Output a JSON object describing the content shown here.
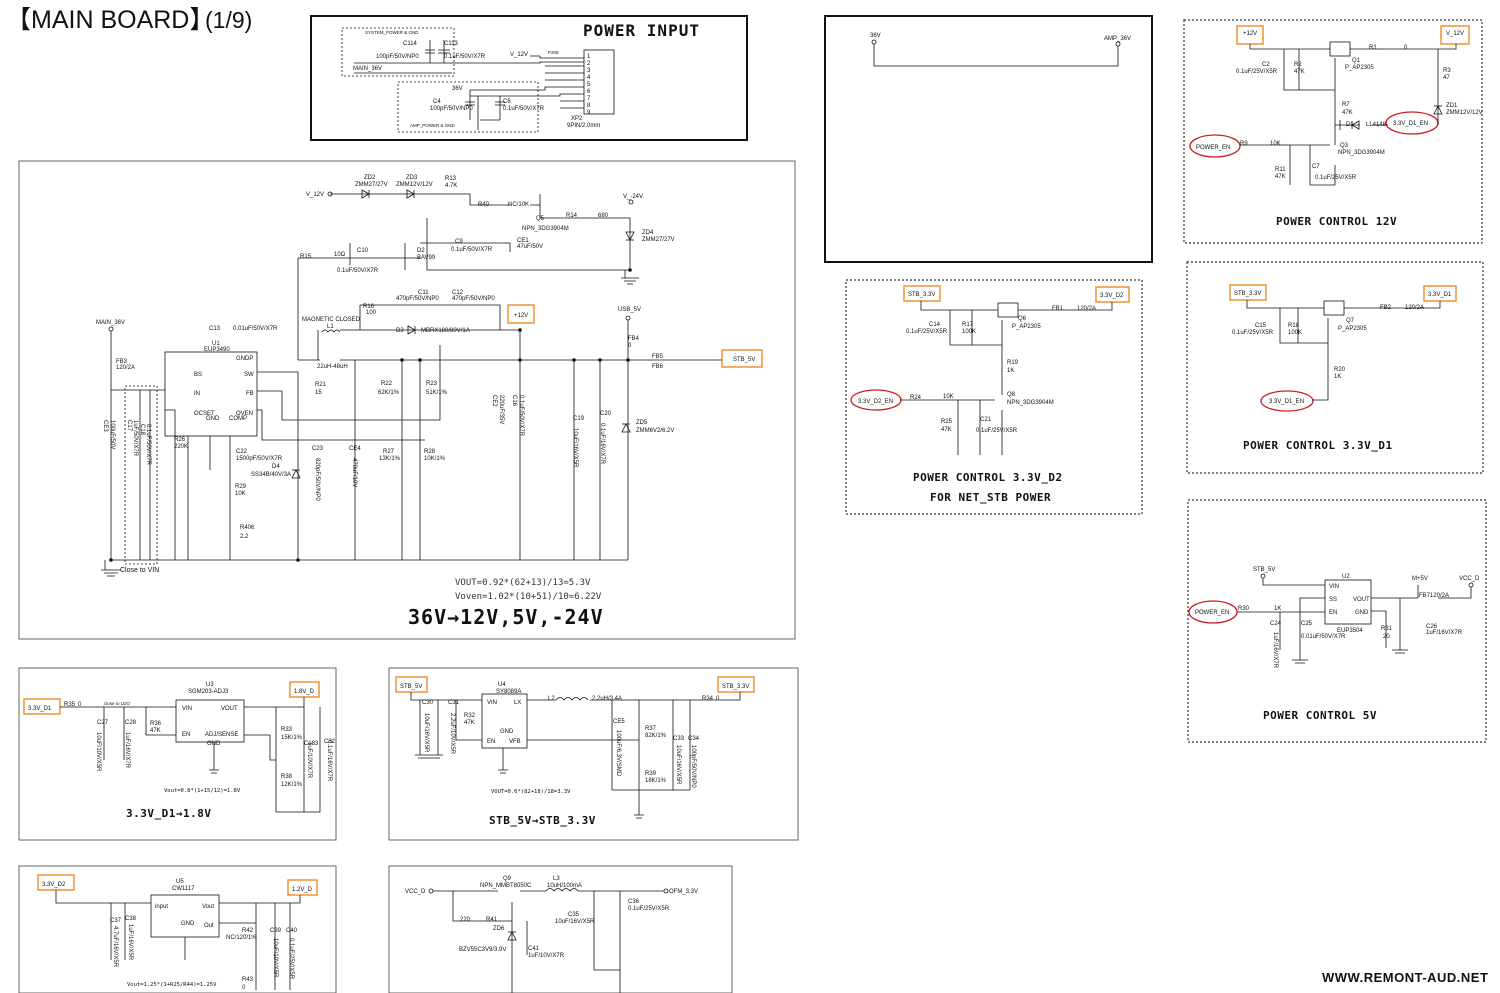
{
  "header": {
    "title": "【MAIN BOARD】",
    "page": "(1/9)"
  },
  "watermark": "WWW.REMONT-AUD.NET",
  "sections": {
    "power_input": {
      "title": "POWER INPUT",
      "sub1": "SYSTEM_POWER & GND",
      "sub2": "AMP_POWER & GND",
      "nets": {
        "v12": "V_12V",
        "main36": "MAIN_36V",
        "v36": "36V",
        "p": "P208"
      },
      "parts": {
        "c114": "C114",
        "c114v": "100pF/50V/NP0",
        "c113": "C113",
        "c113v": "0.1uF/50V/X7R",
        "c4": "C4",
        "c4v": "100pF/50V/NP0",
        "c6": "C6",
        "c6v": "0.1uF/50V/X7R",
        "xp2": "XP2",
        "xp2v": "9PIN/2.0mm"
      },
      "pins": [
        "1",
        "2",
        "3",
        "4",
        "5",
        "6",
        "7",
        "8",
        "9"
      ]
    },
    "amp": {
      "l": "36V",
      "r": "AMP_36V"
    },
    "buck": {
      "title": "36V→12V,5V,-24V",
      "formula1": "VOUT=0.92*(62+13)/13=5.3V",
      "formula2": "Voven=1.02*(10+51)/10=6.22V",
      "nets": {
        "v12": "V_12V",
        "vn24": "V_-24V",
        "main36": "MAIN_36V",
        "p12": "+12V",
        "usb5": "USB_5V",
        "stb5": "STB_5V",
        "mag": "MAGNETIC CLOSED",
        "close": "Close to VIN"
      },
      "u1": "U1",
      "u1v": "EUP3490",
      "pins": {
        "bs": "BS",
        "in": "IN",
        "ocset": "OCSET",
        "gnd": "GND",
        "comp": "COMP",
        "sw": "SW",
        "fb": "FB",
        "oven": "OVEN",
        "gndp": "GNDP"
      },
      "parts": [
        "ZD2",
        "ZMM27/27V",
        "ZD3",
        "ZMM12V/12V",
        "R13",
        "4.7K",
        "R40",
        "NC/10K",
        "Q5",
        "NPN_3DG3904M",
        "R14",
        "680",
        "ZD4",
        "ZMM27/27V",
        "C9",
        "0.1uF/50V/X7R",
        "CE1",
        "47uF/50V",
        "D2",
        "BAV99",
        "R15",
        "10Ω",
        "C10",
        "0.1uF/50V/X7R",
        "C11",
        "470pF/50V/NP0",
        "C12",
        "470pF/50V/NP0",
        "R16",
        "100",
        "D3",
        "MBRX180/80V/1A",
        "C13",
        "0.01uF/50V/X7R",
        "L1",
        "22uH-48uH",
        "FB3",
        "120/2A",
        "CE3",
        "100uF/50V",
        "C17",
        "1uF/50V/X7R",
        "C18",
        "0.1uF/50V/X7R",
        "R26",
        "220K",
        "R21",
        "15",
        "C22",
        "1500pF/50V/X7R",
        "R29",
        "10K",
        "D4",
        "SS34B/40V/3A",
        "C23",
        "820pF/50V/NP0",
        "CE4",
        "470uF/10V",
        "R22",
        "62K/1%",
        "R23",
        "51K/1%",
        "R27",
        "13K/1%",
        "R28",
        "10K/1%",
        "CE2",
        "220uF/35V",
        "C16",
        "0.1uF/50V/X7R",
        "C19",
        "10uF/16V/X5R",
        "C20",
        "0.1uF/16V/X7R",
        "ZD5",
        "ZMM6V2/6.2V",
        "FB4",
        "0",
        "FB5",
        "FB6",
        "R406",
        "2.2"
      ]
    },
    "ldo18": {
      "title": "3.3V_D1→1.8V",
      "in": "3.3V_D1",
      "out": "1.8V_D",
      "u3": "U3",
      "u3v": "SGM203-ADJ3",
      "pins": {
        "vin": "VIN",
        "vout": "VOUT",
        "en": "EN",
        "adj": "ADJ/SENSE",
        "gnd": "GND"
      },
      "formula": "Vout=0.8*(1+15/12)=1.8V",
      "close": "close to LDO",
      "parts": [
        "R35",
        "0",
        "C27",
        "10uF/10V/X5R",
        "C28",
        "1uF/16V/X7R",
        "R36",
        "47K",
        "R33",
        "15K/1%",
        "R38",
        "12K/1%",
        "C183",
        "1uF/10V/X7R",
        "C32",
        "0.1uF/16V/X7R"
      ]
    },
    "buck33": {
      "title": "STB_5V→STB_3.3V",
      "in": "STB_5V",
      "out": "STB_3.3V",
      "u4": "U4",
      "u4v": "SY8089A",
      "pins": {
        "vin": "VIN",
        "lx": "LX",
        "en": "EN",
        "gnd": "GND",
        "vfb": "VFB"
      },
      "formula": "VOUT=0.6*(82+18)/18=3.3V",
      "parts": [
        "C30",
        "10uF/16V/X5R",
        "C31",
        "2.2uF/10V/X5R",
        "R32",
        "47K",
        "L2",
        "2.2uH/3.4A",
        "R34",
        "0",
        "CE5",
        "100uF/6.3V/SMD",
        "R37",
        "82K/1%",
        "R39",
        "18K/1%",
        "C33",
        "10uF/16V/X5R",
        "C34",
        "100pF/50V/NP0"
      ]
    },
    "ldo12": {
      "in": "3.3V_D2",
      "out": "1.2V_D",
      "u5": "U5",
      "u5v": "CW1117",
      "pins": {
        "input": "input",
        "vout": "Vout",
        "out": "Out",
        "gnd": "GND"
      },
      "formula": "Vout=1.25*(1+R25/R44)=1.25V",
      "parts": [
        "C37",
        "4.7uF/16V/X5R",
        "C38",
        "1uF/16V/X5R",
        "R42",
        "NC/120/1%",
        "C39",
        "10uF/10V/X5R",
        "C40",
        "0.1uF/25V/X5R",
        "R43",
        "0"
      ]
    },
    "ofm": {
      "in": "VCC_D",
      "out": "OFM_3.3V",
      "q9": "Q9",
      "q9v": "NPN_MMBT8050C",
      "parts": [
        "L3",
        "10uH/100mA",
        "R41",
        "220",
        "ZD6",
        "BZV55C3V9/3.9V",
        "C41",
        "1uF/10V/X7R",
        "C35",
        "10uF/16V/X5R",
        "C36",
        "0.1uF/25V/X5R"
      ]
    },
    "pc12": {
      "title": "POWER CONTROL 12V",
      "in": "+12V",
      "out": "V_12V",
      "en": "POWER_EN",
      "d1en": "3.3V_D1_EN",
      "parts": [
        "C2",
        "0.1uF/25V/X5R",
        "R2",
        "47K",
        "Q1",
        "P_AP2305",
        "R1",
        "0",
        "R3",
        "47",
        "ZD1",
        "ZMM12V/12V",
        "R7",
        "47K",
        "D1",
        "LL4148",
        "R9",
        "10K",
        "Q3",
        "NPN_3DG3904M",
        "R11",
        "47K",
        "C7",
        "0.1uF/25V/X5R"
      ]
    },
    "pcd2": {
      "title": "POWER CONTROL 3.3V_D2",
      "subtitle": "FOR NET_STB POWER",
      "in": "STB_3.3V",
      "out": "3.3V_D2",
      "en": "3.3V_D2_EN",
      "parts": [
        "C14",
        "0.1uF/25V/X5R",
        "R17",
        "100K",
        "Q6",
        "P_AP2305",
        "FB1",
        "120/2A",
        "R19",
        "1K",
        "R24",
        "10K",
        "Q8",
        "NPN_3DG3904M",
        "R25",
        "47K",
        "C21",
        "0.1uF/25V/X5R"
      ]
    },
    "pcd1": {
      "title": "POWER CONTROL 3.3V_D1",
      "in": "STB_3.3V",
      "out": "3.3V_D1",
      "en": "3.3V_D1_EN",
      "parts": [
        "C15",
        "0.1uF/25V/X5R",
        "R18",
        "100K",
        "Q7",
        "P_AP2305",
        "FB2",
        "120/2A",
        "R20",
        "1K"
      ]
    },
    "pc5": {
      "title": "POWER CONTROL 5V",
      "in": "STB_5V",
      "mid": "M+5V",
      "out": "VCC_D",
      "en": "POWER_EN",
      "u2": "U2",
      "u2v": "EUP3504",
      "pins": {
        "vin": "VIN",
        "ss": "SS",
        "en": "EN",
        "vout": "VOUT",
        "gnd": "GND"
      },
      "parts": [
        "R30",
        "1K",
        "C24",
        "1uF/16V/X7R",
        "C25",
        "0.01uF/50V/X7R",
        "R31",
        "20",
        "FB7",
        "120/2A",
        "C26",
        "1uF/16V/X7R"
      ]
    }
  }
}
